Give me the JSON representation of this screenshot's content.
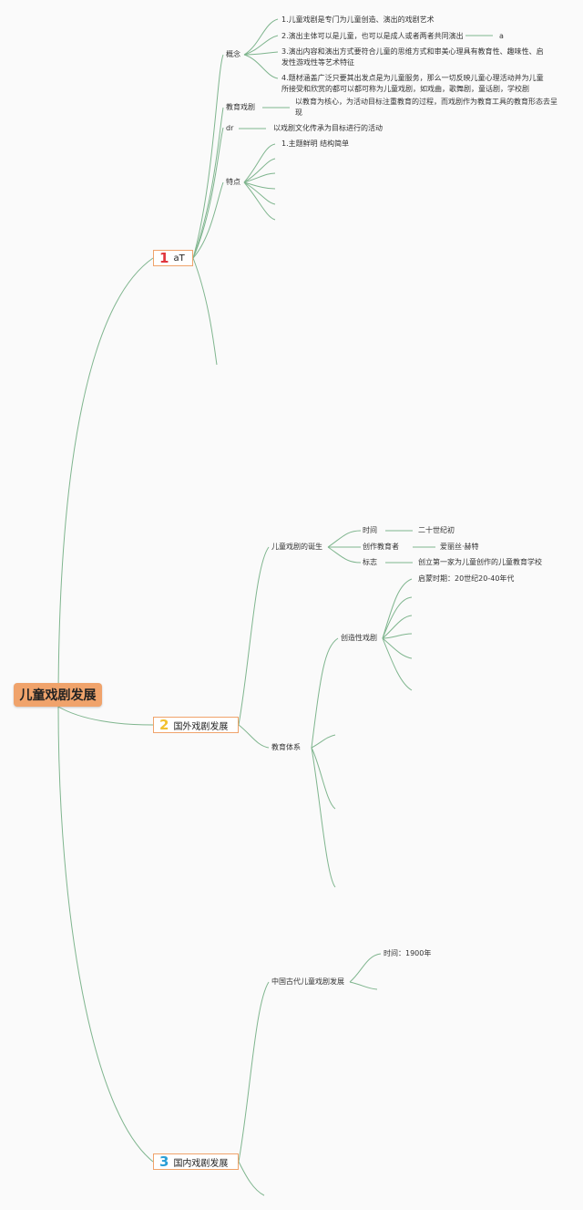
{
  "root": "儿童戏剧发展",
  "colors": {
    "root_fill": "#f0a36b",
    "branch_line": "#7fb58e",
    "num1": "#e0353d",
    "num2": "#f2c12e",
    "num3": "#2a9fd6"
  },
  "branches": [
    {
      "num": "1",
      "label": "aT",
      "concept": {
        "title": "概念",
        "items": [
          "1.儿童戏剧是专门为儿童创造、演出的戏剧艺术",
          "2.演出主体可以是儿童，也可以是成人或者两者共同演出",
          "3.演出内容和演出方式要符合儿童的思维方式和审美心理具有教育性、趣味性、启发性游戏性等艺术特征",
          "4.题材涵盖广泛只要其出发点是为儿童服务，那么一切反映儿童心理活动并为儿童所接受和欣赏的都可以都可称为儿童戏剧，如戏曲，歌舞剧，童话剧，学校剧"
        ],
        "side_note": "a"
      },
      "edu_drama": {
        "title": "教育戏剧",
        "text": "以教育为核心，为活动目标注重教育的过程，而戏剧作为教育工具的教育形态去呈现"
      },
      "dr": {
        "title": "dr",
        "text": "以戏剧文化传承为目标进行的活动"
      },
      "features": {
        "title": "特点",
        "items": [
          "1.主题鲜明 结构简单"
        ]
      }
    },
    {
      "num": "2",
      "label": "国外戏剧发展",
      "birth": {
        "title": "儿童戏剧的诞生",
        "rows": [
          {
            "k": "时间",
            "v": "二十世纪初"
          },
          {
            "k": "创作教育者",
            "v": "爱丽丝·赫特"
          },
          {
            "k": "标志",
            "v": "创立第一家为儿童创作的儿童教育学校"
          }
        ]
      },
      "system": {
        "title": "教育体系",
        "creative": {
          "title": "创造性戏剧",
          "items": [
            "启蒙时期：20世纪20-40年代"
          ]
        }
      }
    },
    {
      "num": "3",
      "label": "国内戏剧发展",
      "ancient": {
        "title": "中国古代儿童戏剧发展",
        "items": [
          "时间：1900年"
        ]
      }
    }
  ]
}
